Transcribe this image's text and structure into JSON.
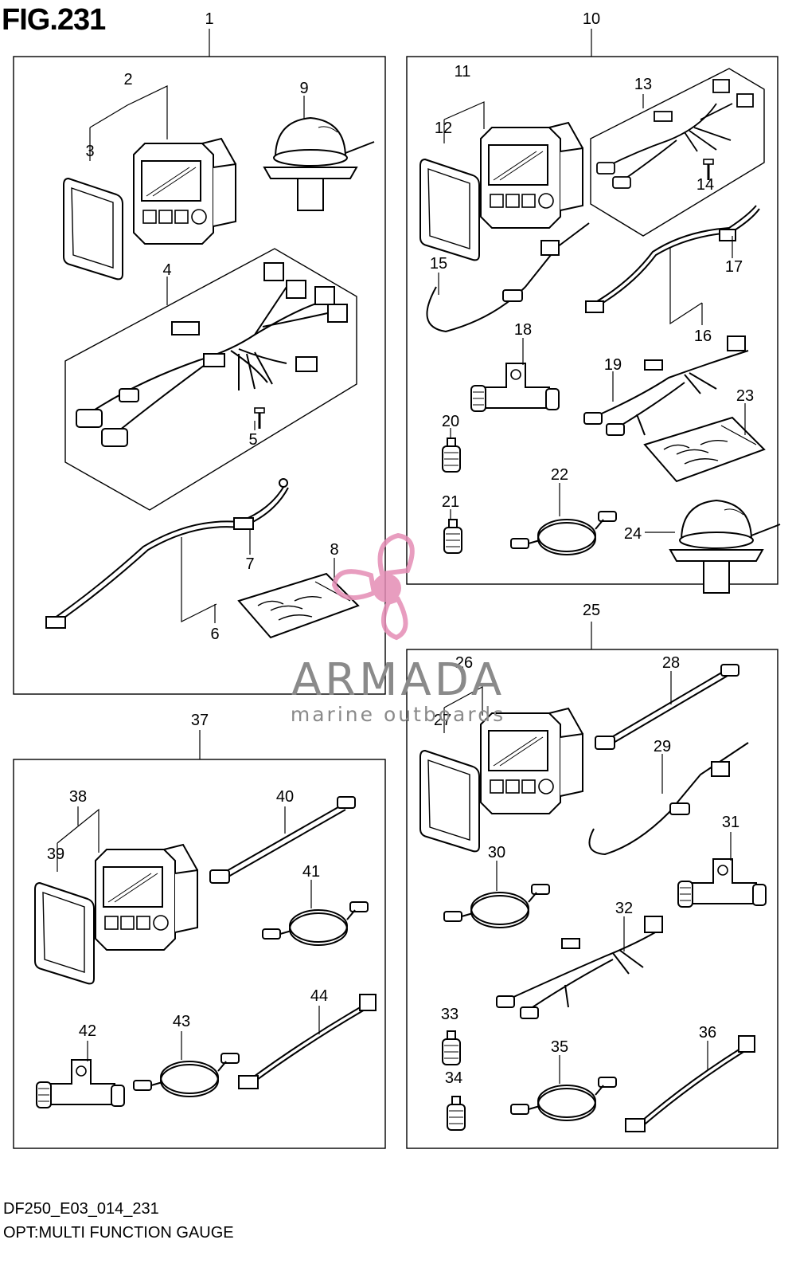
{
  "figure": {
    "title": "FIG.231",
    "code": "DF250_E03_014_231",
    "caption": "OPT:MULTI FUNCTION GAUGE"
  },
  "watermark": {
    "brand": "ARMADA",
    "tagline": "marine outboards",
    "accent_color": "#e48cb5",
    "text_color": "#8a8a8a"
  },
  "callouts": {
    "c1": "1",
    "c2": "2",
    "c3": "3",
    "c4": "4",
    "c5": "5",
    "c6": "6",
    "c7": "7",
    "c8": "8",
    "c9": "9",
    "c10": "10",
    "c11": "11",
    "c12": "12",
    "c13": "13",
    "c14": "14",
    "c15": "15",
    "c16": "16",
    "c17": "17",
    "c18": "18",
    "c19": "19",
    "c20": "20",
    "c21": "21",
    "c22": "22",
    "c23": "23",
    "c24": "24",
    "c25": "25",
    "c26": "26",
    "c27": "27",
    "c28": "28",
    "c29": "29",
    "c30": "30",
    "c31": "31",
    "c32": "32",
    "c33": "33",
    "c34": "34",
    "c35": "35",
    "c36": "36",
    "c37": "37",
    "c38": "38",
    "c39": "39",
    "c40": "40",
    "c41": "41",
    "c42": "42",
    "c43": "43",
    "c44": "44"
  }
}
